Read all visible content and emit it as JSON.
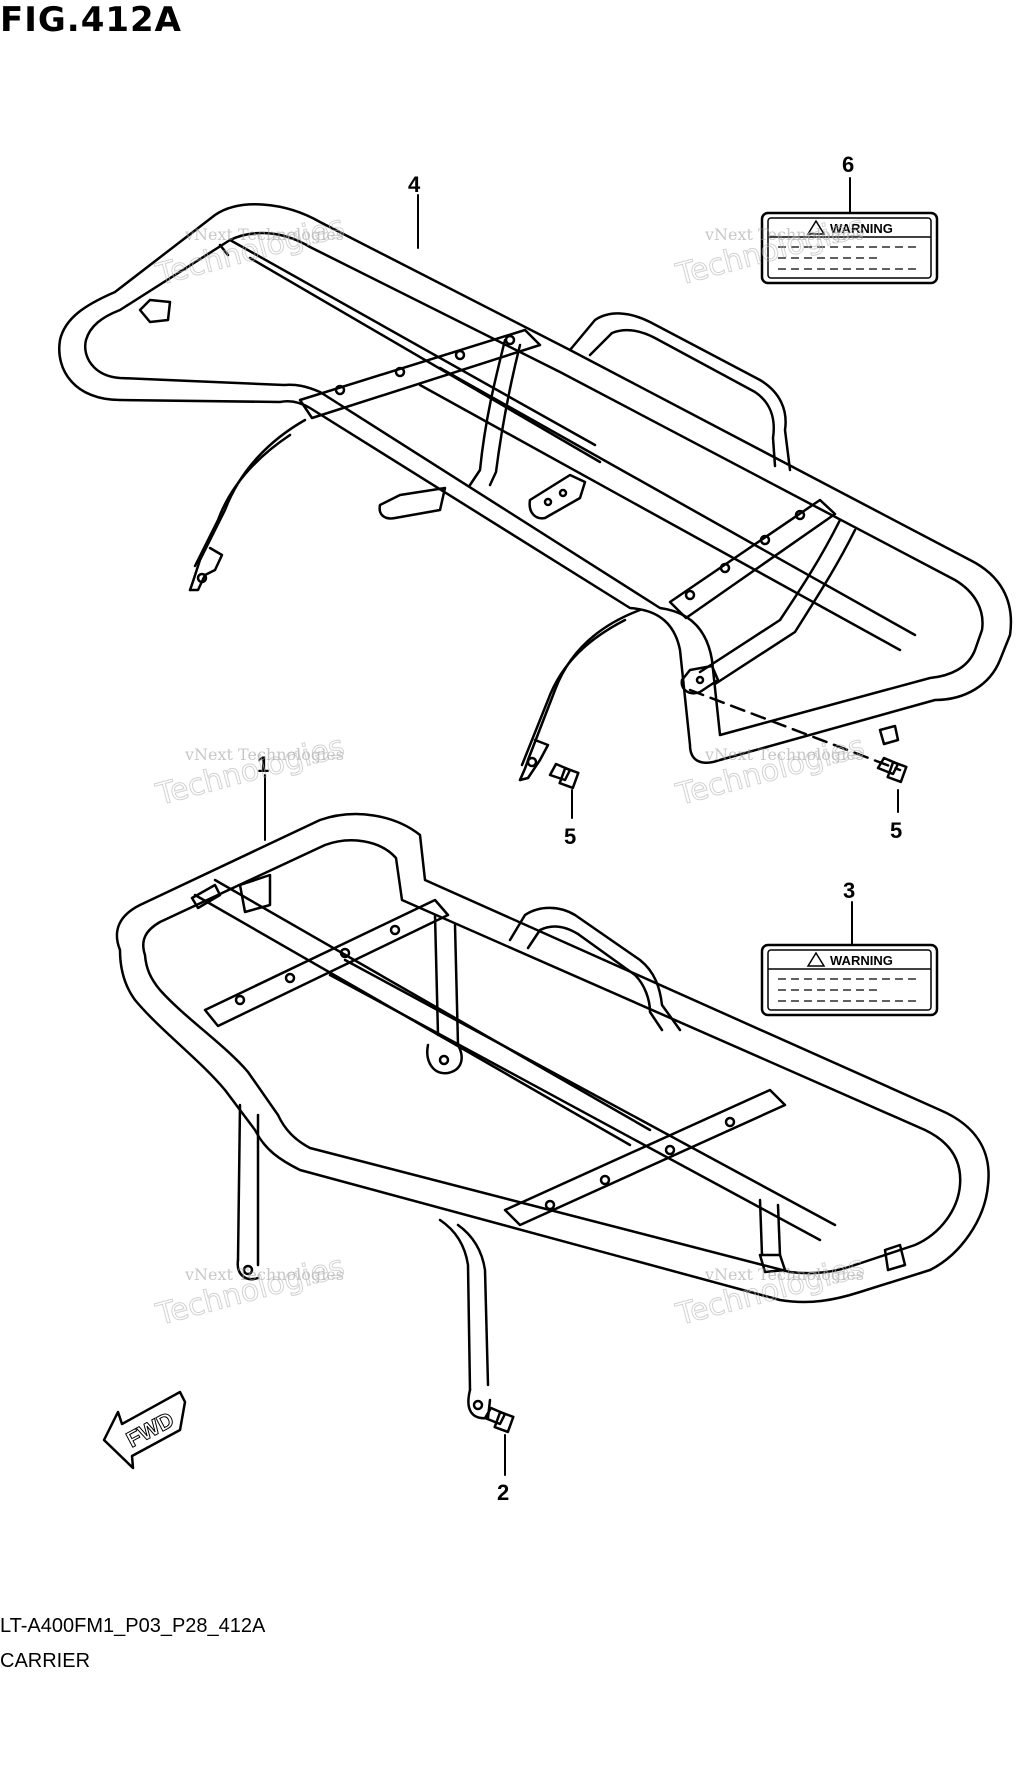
{
  "figure": {
    "title": "FIG.412A",
    "code": "LT-A400FM1_P03_P28_412A",
    "name": "CARRIER"
  },
  "callouts": {
    "c1": "1",
    "c2": "2",
    "c3": "3",
    "c4": "4",
    "c5a": "5",
    "c5b": "5",
    "c6": "6"
  },
  "warning_labels": {
    "label3": "WARNING",
    "label6": "WARNING"
  },
  "direction": "FWD",
  "watermark": {
    "line1": "vNext Technologies",
    "line2": "Technologies"
  }
}
